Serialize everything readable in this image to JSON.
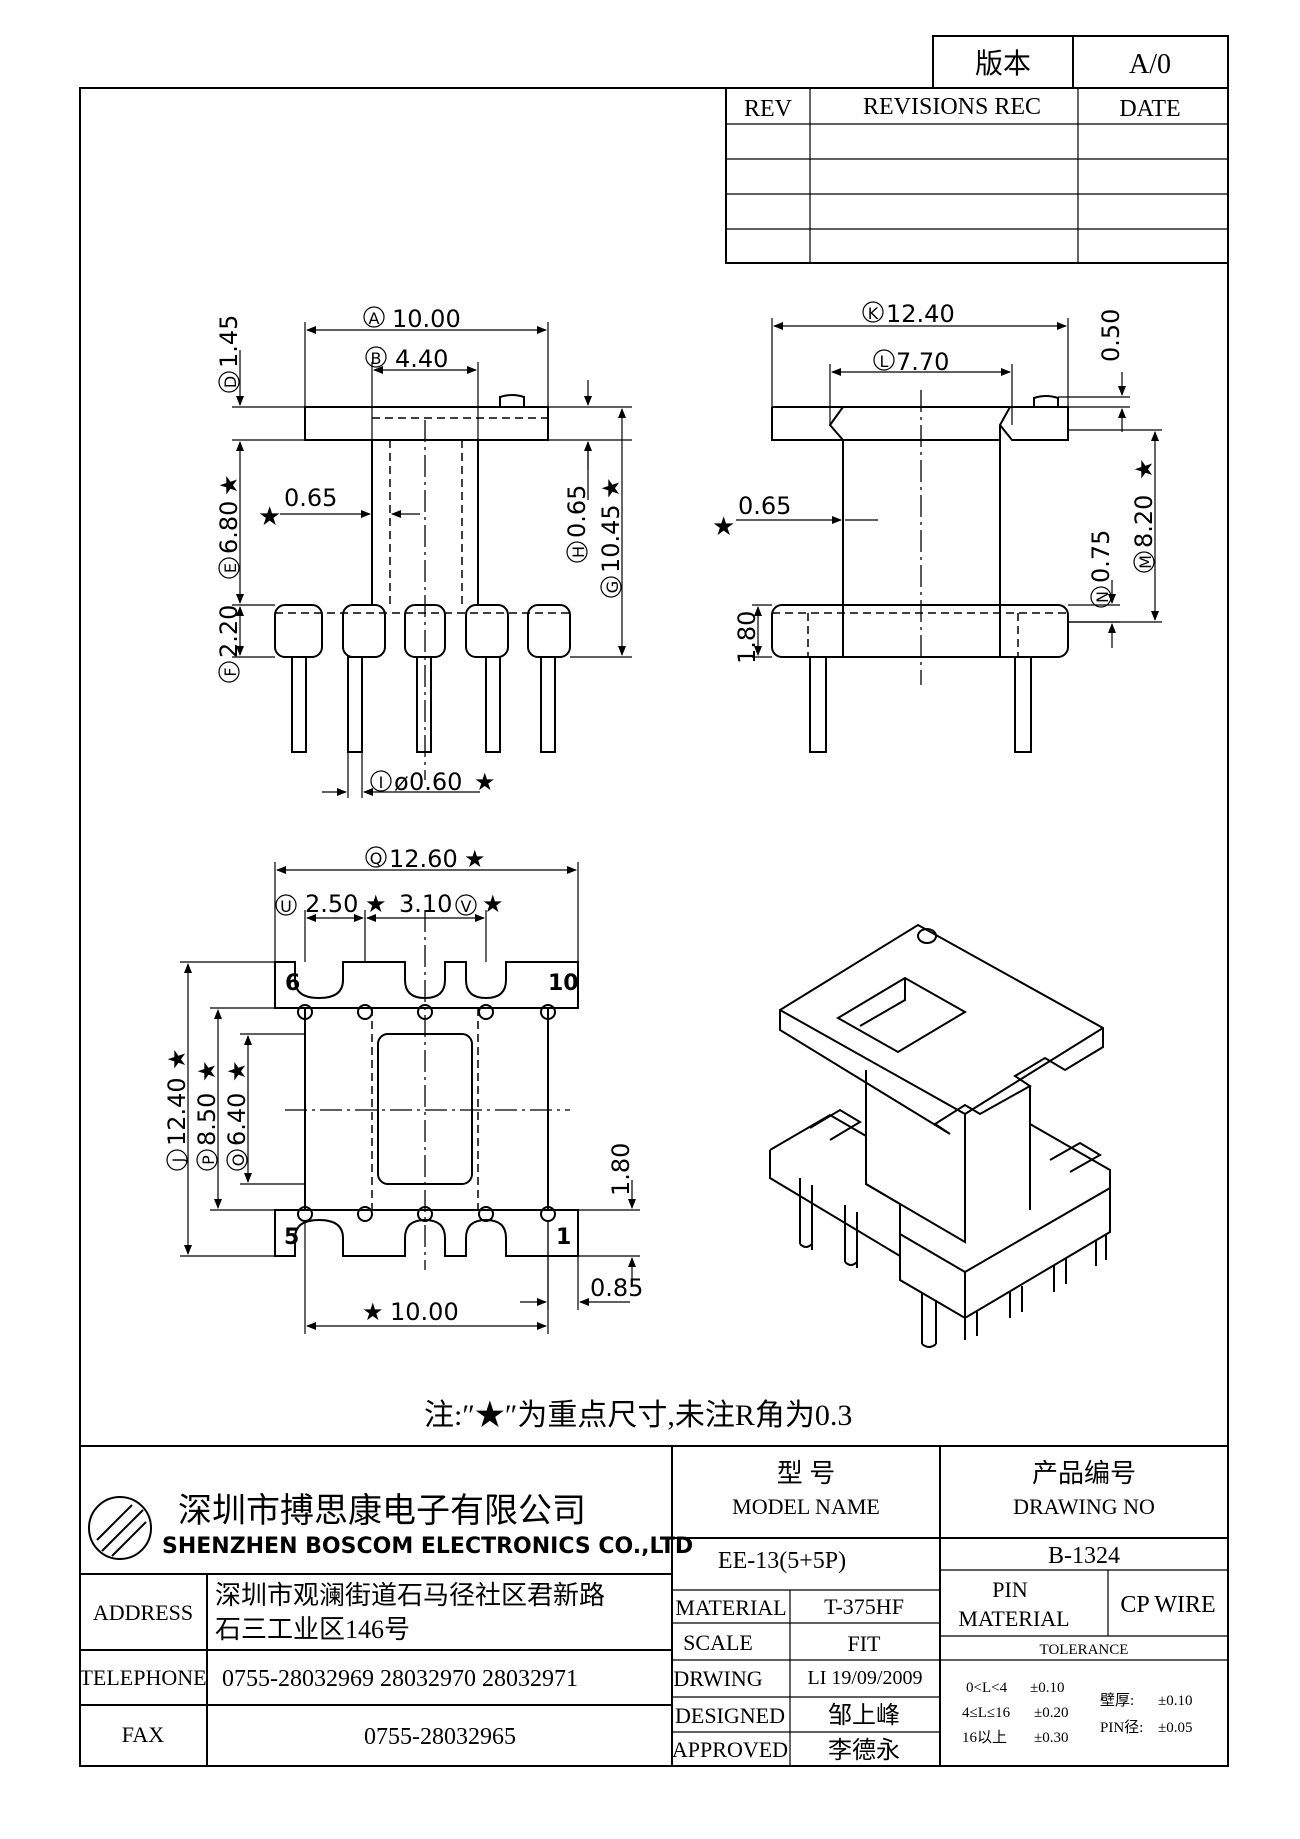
{
  "version_box": {
    "label": "版本",
    "value": "A/0"
  },
  "revisions": {
    "headers": [
      "REV",
      "REVISIONS REC",
      "DATE"
    ],
    "rows": [
      [
        "",
        "",
        ""
      ],
      [
        "",
        "",
        ""
      ],
      [
        "",
        "",
        ""
      ],
      [
        "",
        "",
        ""
      ]
    ]
  },
  "dimensions": {
    "A": "10.00",
    "B": "4.40",
    "D": "1.45",
    "E": "6.80",
    "F": "2.20",
    "G": "10.45",
    "H": "0.65",
    "I": "0.60",
    "wall_left": "0.65",
    "K": "12.40",
    "L": "7.70",
    "top_r": "0.50",
    "M": "8.20",
    "N": "0.75",
    "wall_right": "0.65",
    "base_r": "1.80",
    "Q": "12.60",
    "U": "2.50",
    "V": "3.10",
    "J": "12.40",
    "P": "8.50",
    "O": "6.40",
    "side_1_80": "1.80",
    "pin_0_85": "0.85",
    "pitch_total": "10.00"
  },
  "dim_letters": {
    "A": "A",
    "B": "B",
    "D": "D",
    "E": "E",
    "F": "F",
    "G": "G",
    "H": "H",
    "I": "I",
    "K": "K",
    "L": "L",
    "M": "M",
    "N": "N",
    "Q": "Q",
    "U": "U",
    "V": "V",
    "J": "J",
    "P": "P",
    "O": "O"
  },
  "symbols": {
    "star": "★",
    "phi": "ø"
  },
  "pin_labels": {
    "p6": "6",
    "p10": "10",
    "p5": "5",
    "p1": "1"
  },
  "note": "注:″★″为重点尺寸,未注R角为0.3",
  "company": {
    "name_cn": "深圳市搏思康电子有限公司",
    "name_en": "SHENZHEN BOSCOM ELECTRONICS CO.,LTD",
    "address_label": "ADDRESS",
    "address_line1": "深圳市观澜街道石马径社区君新路",
    "address_line2": "石三工业区146号",
    "telephone_label": "TELEPHONE",
    "telephone": "0755-28032969 28032970 28032971",
    "fax_label": "FAX",
    "fax": "0755-28032965"
  },
  "title_block": {
    "model_cn": "型      号",
    "model_en": "MODEL NAME",
    "model_value": "EE-13(5+5P)",
    "drawing_cn": "产品编号",
    "drawing_en": "DRAWING NO",
    "drawing_value": "B-1324",
    "material_label": "MATERIAL",
    "material_value": "T-375HF",
    "scale_label": "SCALE",
    "scale_value": "FIT",
    "drwing_label": "DRWING",
    "drwing_value": "LI 19/09/2009",
    "designed_label": "DESIGNED",
    "designed_value": "邹上峰",
    "approved_label": "APPROVED",
    "approved_value": "李德永",
    "pin_material_1": "PIN",
    "pin_material_2": "MATERIAL",
    "pin_material_value": "CP WIRE",
    "tolerance_label": "TOLERANCE",
    "tol_1_range": "0<L<4",
    "tol_1_value": "±0.10",
    "tol_2_range": "4≤L≤16",
    "tol_2_value": "±0.20",
    "tol_3_range": "16以上",
    "tol_3_value": "±0.30",
    "wall_label": "壁厚:",
    "wall_value": "±0.10",
    "pin_dia_label": "PIN径:",
    "pin_dia_value": "±0.05"
  }
}
